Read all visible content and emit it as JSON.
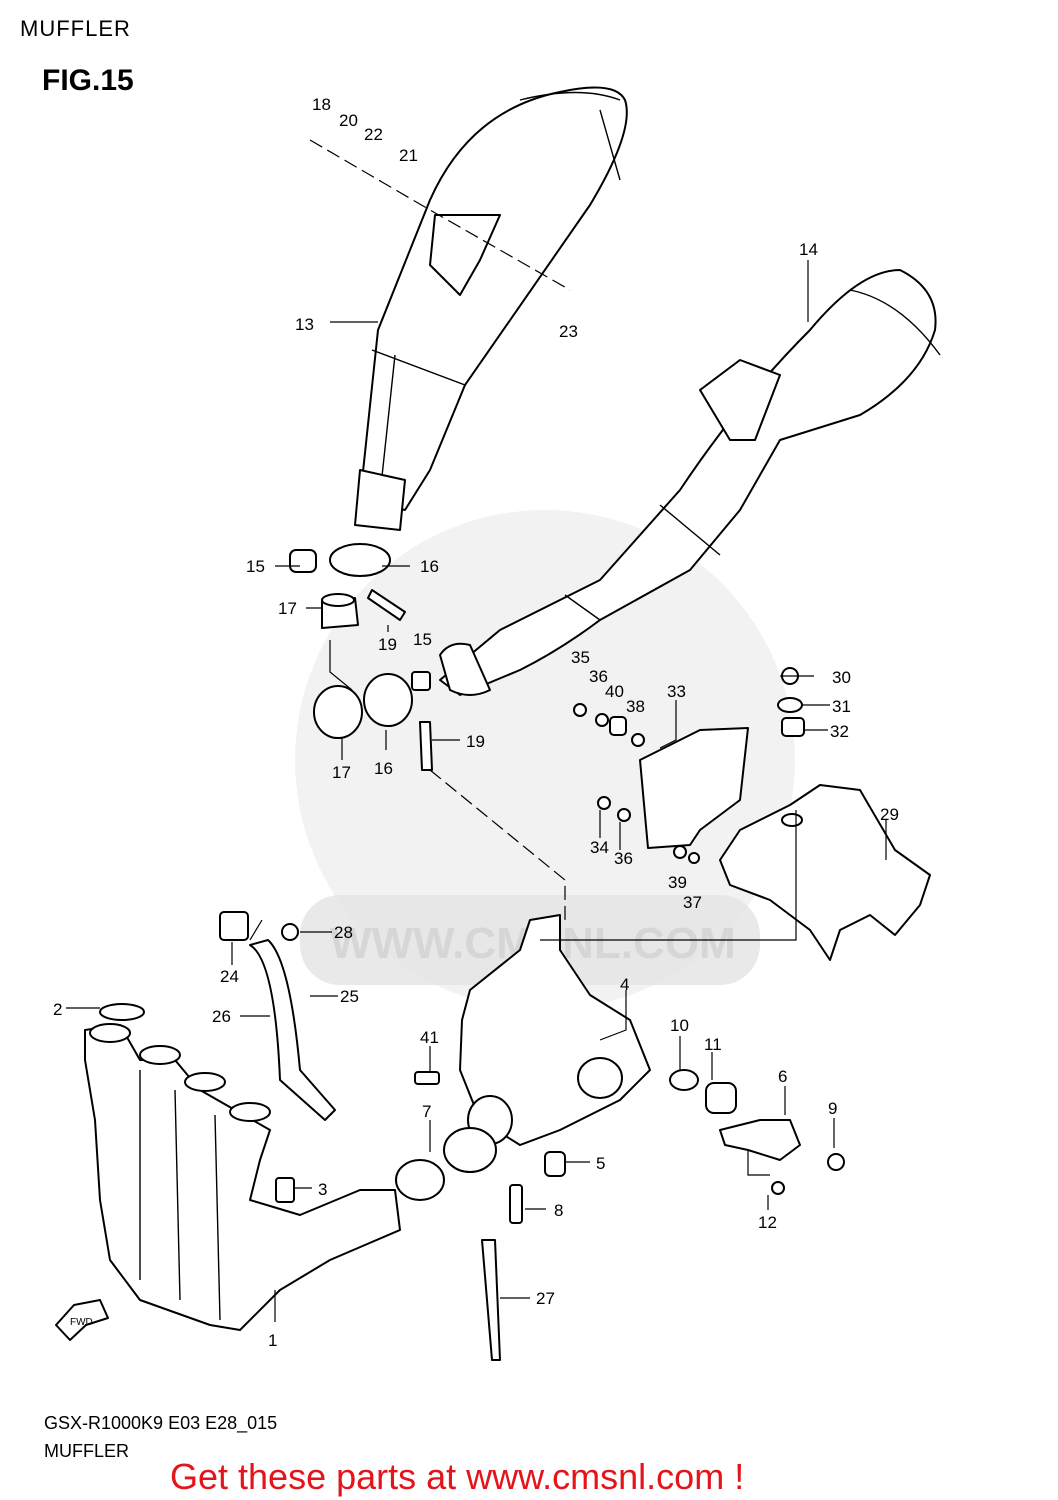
{
  "header": {
    "section": "MUFFLER",
    "figure": "FIG.15"
  },
  "watermark": {
    "text": "WWW.CMSNL.COM"
  },
  "fwd_label": "FWD",
  "callouts": [
    "1",
    "2",
    "3",
    "4",
    "5",
    "6",
    "7",
    "8",
    "9",
    "10",
    "11",
    "12",
    "13",
    "14",
    "15",
    "16",
    "17",
    "18",
    "19",
    "20",
    "21",
    "22",
    "23",
    "24",
    "25",
    "26",
    "27",
    "28",
    "29",
    "30",
    "31",
    "32",
    "33",
    "34",
    "35",
    "36",
    "37",
    "38",
    "39",
    "40",
    "41"
  ],
  "footer": {
    "model": "GSX-R1000K9 E03 E28_015",
    "section": "MUFFLER"
  },
  "promo": {
    "text": "Get these parts at www.cmsnl.com !",
    "color": "#e4141b"
  }
}
